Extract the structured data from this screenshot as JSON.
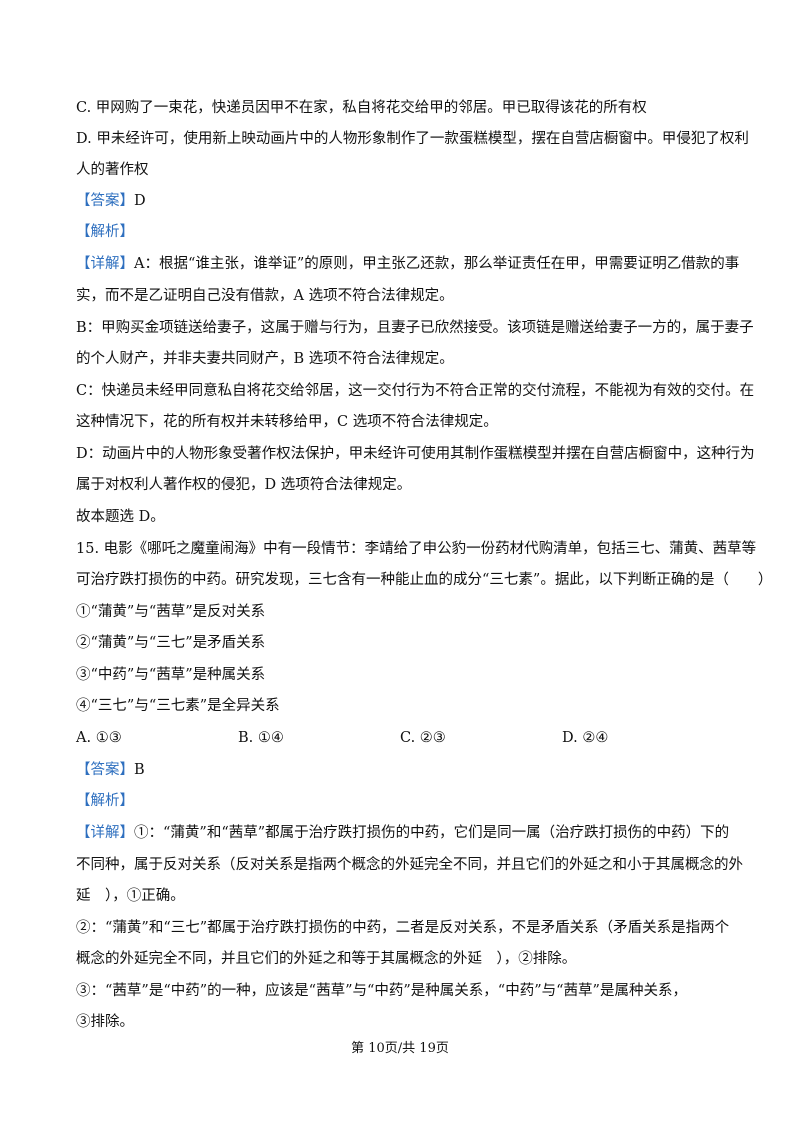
{
  "prev_question": {
    "option_c": "C. 甲网购了一束花，快递员因甲不在家，私自将花交给甲的邻居。甲已取得该花的所有权",
    "option_d_line1": "D. 甲未经许可，使用新上映动画片中的人物形象制作了一款蛋糕模型，摆在自营店橱窗中。甲侵犯了权利",
    "option_d_line2": "人的著作权",
    "answer_tag": "【答案】",
    "answer_value": "D",
    "analysis_tag": "【解析】",
    "detail_tag": "【详解】",
    "detail_a_line1": "A：根据“谁主张，谁举证”的原则，甲主张乙还款，那么举证责任在甲，甲需要证明乙借款的事",
    "detail_a_line2": "实，而不是乙证明自己没有借款，A 选项不符合法律规定。",
    "detail_b_line1": "B：甲购买金项链送给妻子，这属于赠与行为，且妻子已欣然接受。该项链是赠送给妻子一方的，属于妻子",
    "detail_b_line2": "的个人财产，并非夫妻共同财产，B 选项不符合法律规定。",
    "detail_c_line1": "C：快递员未经甲同意私自将花交给邻居，这一交付行为不符合正常的交付流程，不能视为有效的交付。在",
    "detail_c_line2": "这种情况下，花的所有权并未转移给甲，C 选项不符合法律规定。",
    "detail_d_line1": "D：动画片中的人物形象受著作权法保护，甲未经许可使用其制作蛋糕模型并摆在自营店橱窗中，这种行为",
    "detail_d_line2": "属于对权利人著作权的侵犯，D 选项符合法律规定。",
    "conclusion": "故本题选 D。"
  },
  "question_15": {
    "stem_line1": "15. 电影《哪吒之魔童闹海》中有一段情节：李靖给了申公豹一份药材代购清单，包括三七、蒲黄、茜草等",
    "stem_line2": "可治疗跌打损伤的中药。研究发现，三七含有一种能止血的成分“三七素”。据此，以下判断正确的是（　　）",
    "statements": [
      "①“蒲黄”与“茜草”是反对关系",
      "②“蒲黄”与“三七”是矛盾关系",
      "③“中药”与“茜草”是种属关系",
      "④“三七”与“三七素”是全异关系"
    ],
    "choices": [
      "A. ①③",
      "B. ①④",
      "C. ②③",
      "D. ②④"
    ],
    "answer_tag": "【答案】",
    "answer_value": "B",
    "analysis_tag": "【解析】",
    "detail_tag": "【详解】",
    "detail_1_line1": "①：“蒲黄”和“茜草”都属于治疗跌打损伤的中药，它们是同一属（治疗跌打损伤的中药）下的",
    "detail_1_line2": "不同种，属于反对关系（反对关系是指两个概念的外延完全不同，并且它们的外延之和小于其属概念的外",
    "detail_1_line3": "延　），①正确。",
    "detail_2_line1": "②：“蒲黄”和“三七”都属于治疗跌打损伤的中药，二者是反对关系，不是矛盾关系（矛盾关系是指两个",
    "detail_2_line2": "概念的外延完全不同，并且它们的外延之和等于其属概念的外延　），②排除。",
    "detail_3_line1": "③：“茜草”是“中药”的一种，应该是“茜草”与“中药”是种属关系，“中药”与“茜草”是属种关系，",
    "detail_3_line2": "③排除。"
  },
  "footer": {
    "page_label": "第 10页/共 19页"
  },
  "colors": {
    "tag": "#2e6fbf",
    "text": "#111111"
  }
}
